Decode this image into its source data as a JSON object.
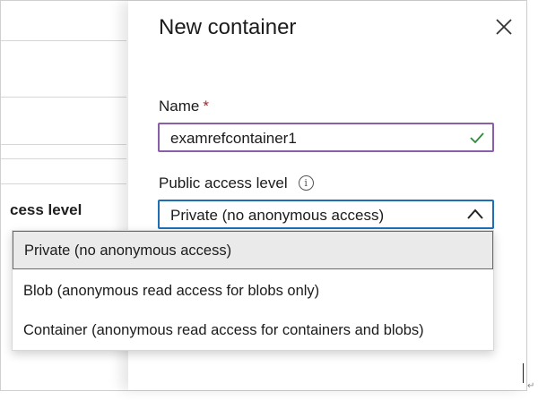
{
  "left_blade": {
    "label_fragment": "cess level"
  },
  "panel": {
    "title": "New container",
    "name_field": {
      "label": "Name",
      "required_mark": "*",
      "value": "examrefcontainer1"
    },
    "access_field": {
      "label": "Public access level",
      "info_glyph": "i",
      "selected_value": "Private (no anonymous access)"
    }
  },
  "dropdown": {
    "options": [
      {
        "label": "Private (no anonymous access)",
        "selected": true
      },
      {
        "label": "Blob (anonymous read access for blobs only)",
        "selected": false
      },
      {
        "label": "Container (anonymous read access for containers and blobs)",
        "selected": false
      }
    ]
  },
  "colors": {
    "name_border": "#8a5ea8",
    "select_border": "#1f6fb8",
    "check": "#2e8b3d",
    "required": "#a4262c"
  },
  "icons": [
    "close-icon",
    "checkmark-icon",
    "info-icon",
    "chevron-up-icon"
  ],
  "page_marker": "↵"
}
